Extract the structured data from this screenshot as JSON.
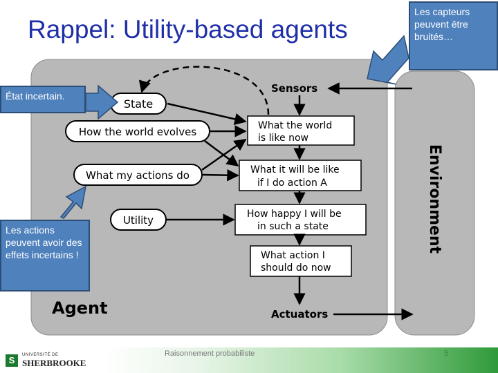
{
  "slide": {
    "title": "Rappel: Utility-based agents",
    "footer": "Raisonnement probabiliste",
    "page_number": "5"
  },
  "diagram": {
    "agent_label": "Agent",
    "environment_label": "Environment",
    "sensors_label": "Sensors",
    "actuators_label": "Actuators",
    "ovals": {
      "state": "State",
      "world_evolves": "How the world evolves",
      "my_actions": "What my actions do",
      "utility": "Utility"
    },
    "boxes": {
      "world_now": [
        "What the world",
        "is like now"
      ],
      "if_action": [
        "What it will be like",
        "if I do action A"
      ],
      "happy": [
        "How happy I will be",
        "in such a state"
      ],
      "action_now": [
        "What action I",
        "should do now"
      ]
    }
  },
  "callouts": {
    "sensors_noise": "Les capteurs peuvent être bruités…",
    "uncertain_state": "État incertain.",
    "uncertain_actions": "Les actions peuvent avoir des effets incertains !"
  },
  "logo": {
    "small_text": "UNIVERSITÉ DE",
    "big_text": "SHERBROOKE",
    "icon_letter": "S"
  },
  "colors": {
    "title": "#1f2fa8",
    "callout_fill": "#4f81bd",
    "panel": "#b8b8b8"
  }
}
